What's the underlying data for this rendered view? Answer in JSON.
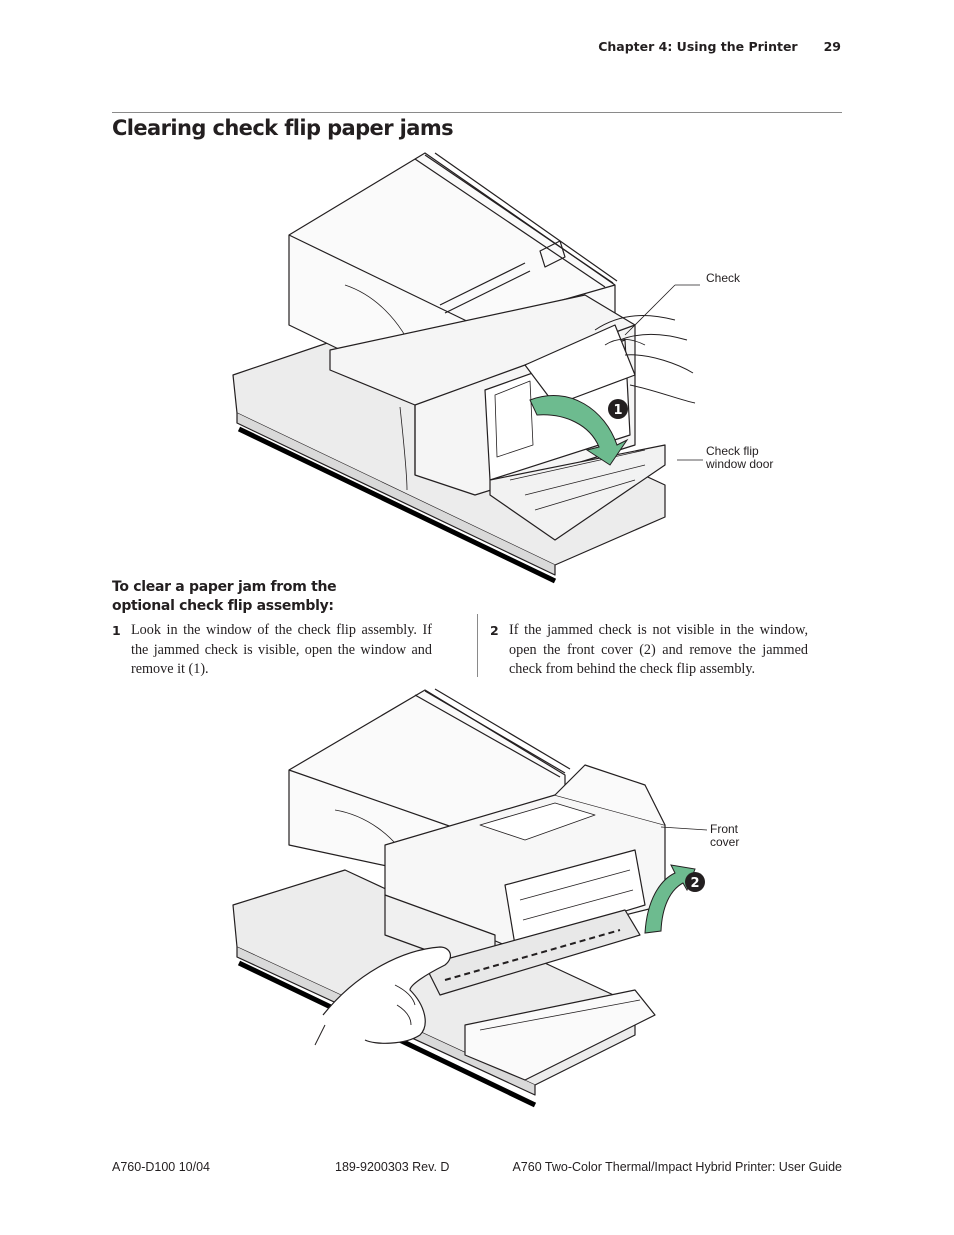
{
  "header": {
    "chapter": "Chapter 4: Using the Printer",
    "page_number": "29"
  },
  "title": "Clearing check flip paper jams",
  "figure1": {
    "callouts": {
      "check": "Check",
      "door_line1": "Check flip",
      "door_line2": "window door"
    },
    "step_marker": "1",
    "accent_color": "#6dbb8f"
  },
  "procedure": {
    "heading": "To clear a paper jam from the optional check flip assembly:",
    "steps": [
      {
        "number": "1",
        "text": "Look in the window of the check flip assembly. If the jammed check is visible, open the window and remove it (1)."
      },
      {
        "number": "2",
        "text": "If the jammed check is not visible in the window, open the front cover (2) and remove the jammed check from behind the check flip assembly."
      }
    ]
  },
  "figure2": {
    "callouts": {
      "cover_line1": "Front",
      "cover_line2": "cover"
    },
    "step_marker": "2",
    "accent_color": "#6dbb8f"
  },
  "footer": {
    "doc_id": "A760-D100  10/04",
    "part_number": "189-9200303  Rev. D",
    "guide_title": "A760 Two-Color Thermal/Impact Hybrid Printer: User Guide"
  }
}
